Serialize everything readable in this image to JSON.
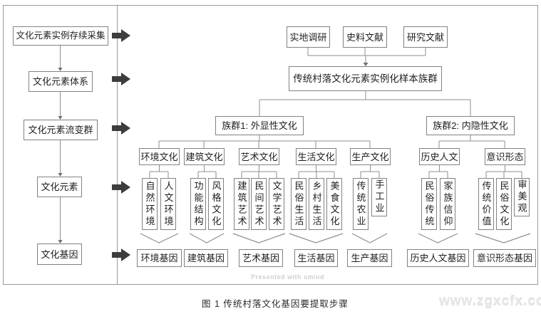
{
  "page": {
    "caption": "图 1 传统村落文化基因要提取步骤"
  },
  "watermarks": {
    "tool": "Presented with xmind",
    "site": "www.zgxcfx.com"
  },
  "left_panel": {
    "steps": [
      "文化元素实例存续采集",
      "文化元素体系",
      "文化元素流变群",
      "文化元素",
      "文化基因"
    ]
  },
  "tree": {
    "sources": [
      "实地调研",
      "史料文献",
      "研究文献"
    ],
    "root": "传统村落文化元素实例化样本族群",
    "groups": [
      "族群1: 外显性文化",
      "族群2: 内隐性文化"
    ],
    "categories": [
      "环境文化",
      "建筑文化",
      "艺术文化",
      "生活文化",
      "生产文化",
      "历史人文",
      "意识形态"
    ],
    "element_groups": [
      [
        "自然环境",
        "人文环境"
      ],
      [
        "功能结构",
        "风格文化"
      ],
      [
        "建筑艺术",
        "民间艺术",
        "文学艺术"
      ],
      [
        "民俗生活",
        "乡村生活",
        "美食文化"
      ],
      [
        "传统农业",
        "手工业"
      ],
      [
        "民俗传统",
        "家族信仰"
      ],
      [
        "传统价值",
        "民俗文化",
        "审美观"
      ]
    ],
    "genes": [
      "环境基因",
      "建筑基因",
      "艺术基因",
      "生活基因",
      "生产基因",
      "历史人文基因",
      "意识形态基因"
    ]
  },
  "colors": {
    "box_border": "#828282",
    "connector_line": "#8f8f8f",
    "block_arrow": "#3d3d3d",
    "text": "#1f1f1f",
    "watermark": "#d9d9d9"
  }
}
